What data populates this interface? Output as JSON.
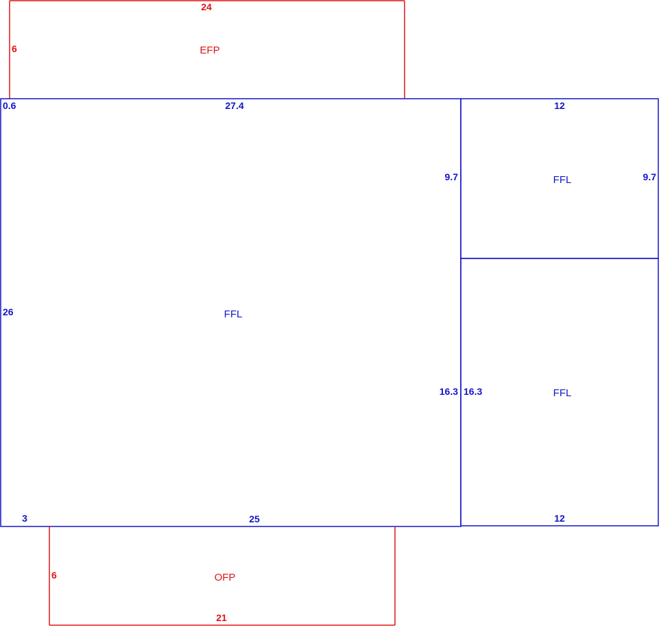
{
  "colors": {
    "living": "#1414c8",
    "exterior": "#e01414",
    "background": "#ffffff"
  },
  "areas": {
    "efp": {
      "code": "EFP",
      "dims": {
        "top": "24",
        "left": "6"
      }
    },
    "main": {
      "code": "FFL",
      "dims": {
        "top": "27.4",
        "top_left": "0.6",
        "left": "26",
        "right_upper": "9.7",
        "right_lower": "16.3",
        "bottom_left": "3",
        "bottom": "25"
      }
    },
    "upper_right": {
      "code": "FFL",
      "dims": {
        "top": "12",
        "right": "9.7"
      }
    },
    "lower_right": {
      "code": "FFL",
      "dims": {
        "left": "16.3",
        "bottom": "12"
      }
    },
    "ofp": {
      "code": "OFP",
      "dims": {
        "left": "6",
        "bottom": "21"
      }
    }
  }
}
